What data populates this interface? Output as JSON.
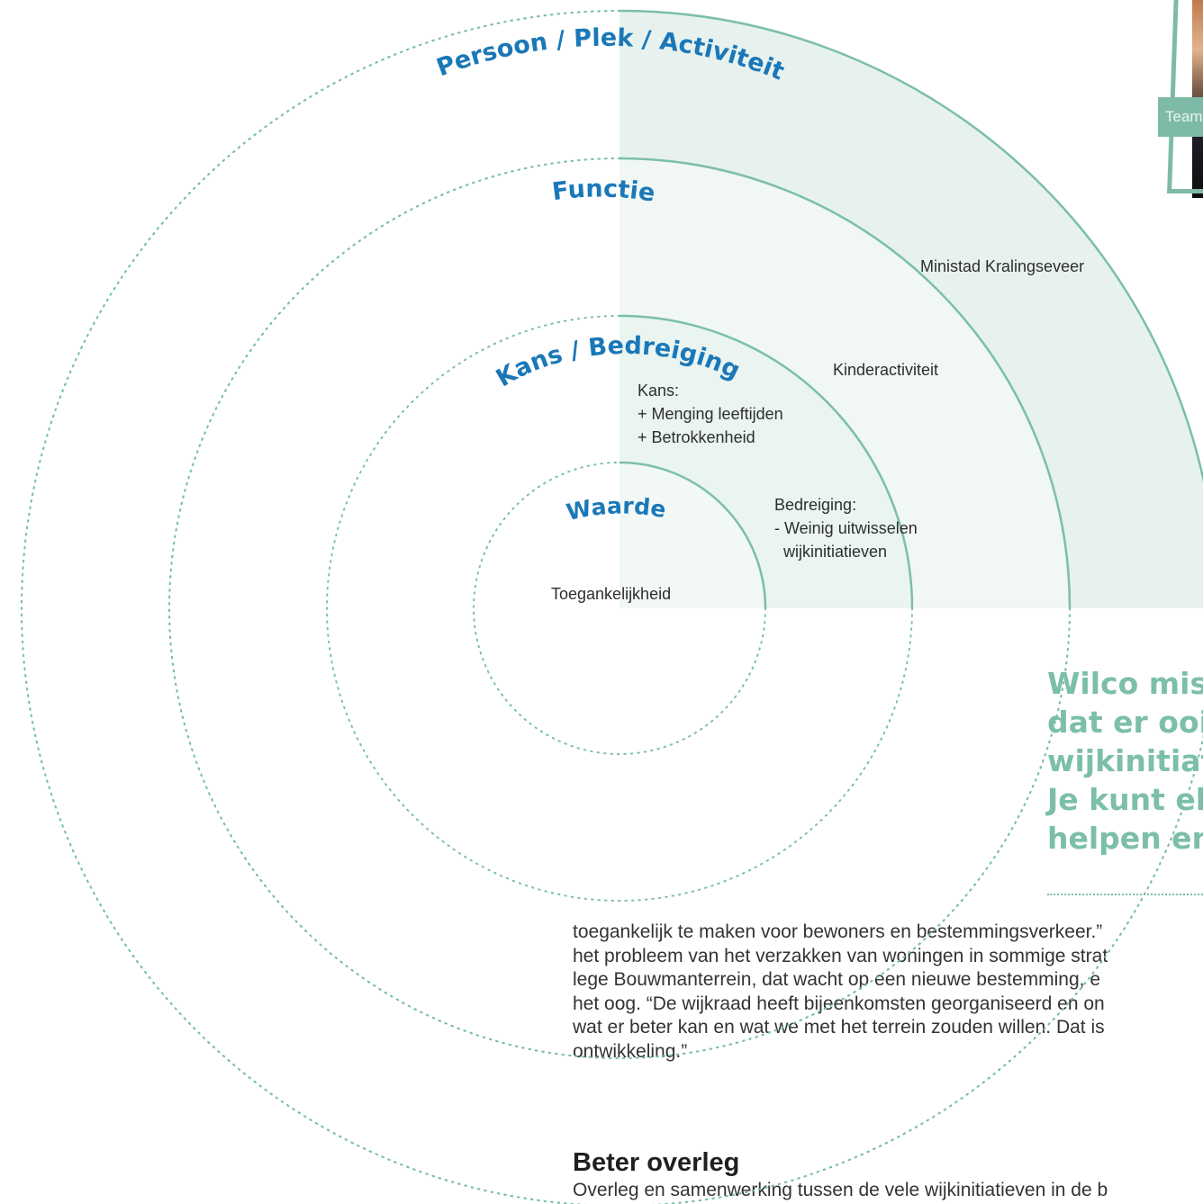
{
  "diagram": {
    "rings": [
      {
        "label": "Waarde"
      },
      {
        "label": "Kans / Bedreiging"
      },
      {
        "label": "Functie"
      },
      {
        "label": "Persoon / Plek / Activiteit"
      }
    ],
    "notes": {
      "toegankelijkheid": "Toegankelijkheid",
      "bedreiging": [
        "Bedreiging:",
        "- Weinig uitwisselen",
        "  wijkinitiatieven"
      ],
      "kans": [
        "Kans:",
        "+ Menging leeftijden",
        "+ Betrokkenheid"
      ],
      "kinderactiviteit": "Kinderactiviteit",
      "ministad": "Ministad Kralingseveer"
    },
    "colors": {
      "fill": "#eef6f3",
      "stroke": "#7cbfa7",
      "label": "#1a78b8"
    }
  },
  "photo": {
    "caption": "Team"
  },
  "quote": {
    "lines": [
      "Wilco mist",
      "dat er ooit",
      "wijkinitiat",
      "Je kunt el",
      "helpen en"
    ]
  },
  "article": {
    "lines": [
      "toegankelijk te maken voor bewoners en bestemmingsverkeer.”",
      "het probleem van het verzakken van woningen in sommige strat",
      "lege Bouwmanterrein, dat wacht op een nieuwe bestemming, e",
      "het oog. “De wijkraad heeft bijeenkomsten georganiseerd en on",
      "wat er beter kan en wat we met het terrein zouden willen. Dat is",
      "ontwikkeling.”"
    ],
    "heading": "Beter overleg",
    "paragraph2": "Overleg en samenwerking tussen de vele wijkinitiatieven in de b"
  }
}
